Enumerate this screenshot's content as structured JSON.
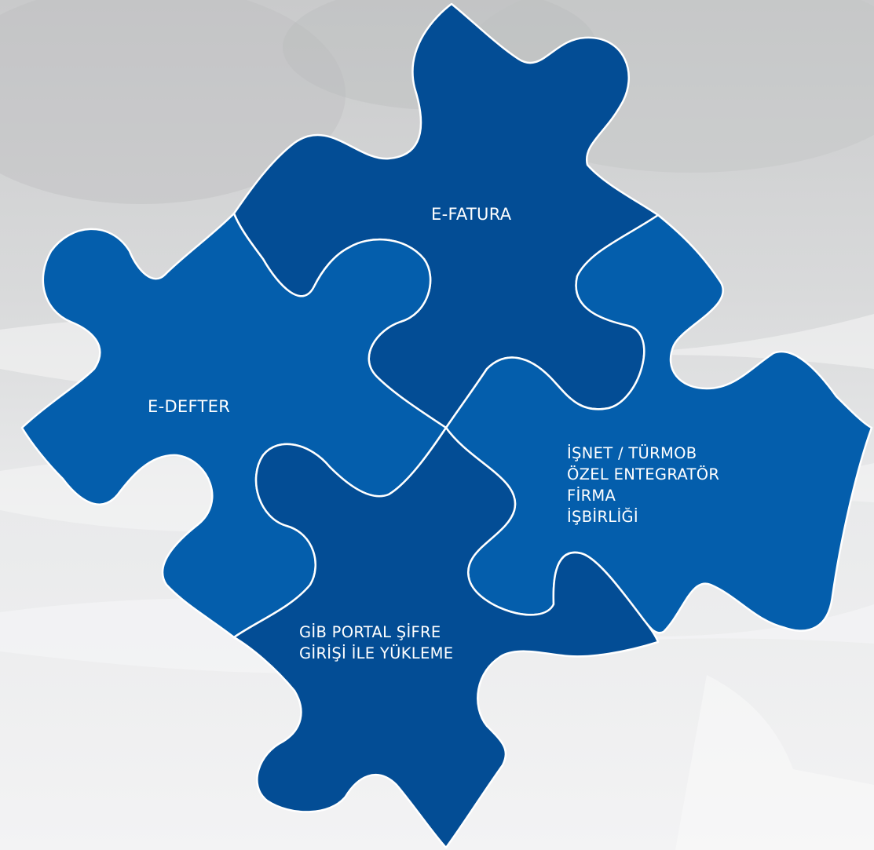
{
  "pieces": [
    {
      "id": "e-fatura",
      "lines": [
        "E-FATURA"
      ]
    },
    {
      "id": "e-defter",
      "lines": [
        "E-DEFTER"
      ]
    },
    {
      "id": "isnet",
      "lines": [
        "İŞNET / TÜRMOB",
        "ÖZEL ENTEGRATÖR",
        "FİRMA",
        "İŞBİRLİĞİ"
      ]
    },
    {
      "id": "gib",
      "lines": [
        "GİB PORTAL ŞİFRE",
        "GİRİŞİ İLE YÜKLEME"
      ]
    }
  ],
  "colors": {
    "background": "#e6e7e8",
    "piece_dark": "#034d95",
    "piece_light": "#045eac",
    "outline": "#ffffff",
    "text": "#ffffff"
  }
}
